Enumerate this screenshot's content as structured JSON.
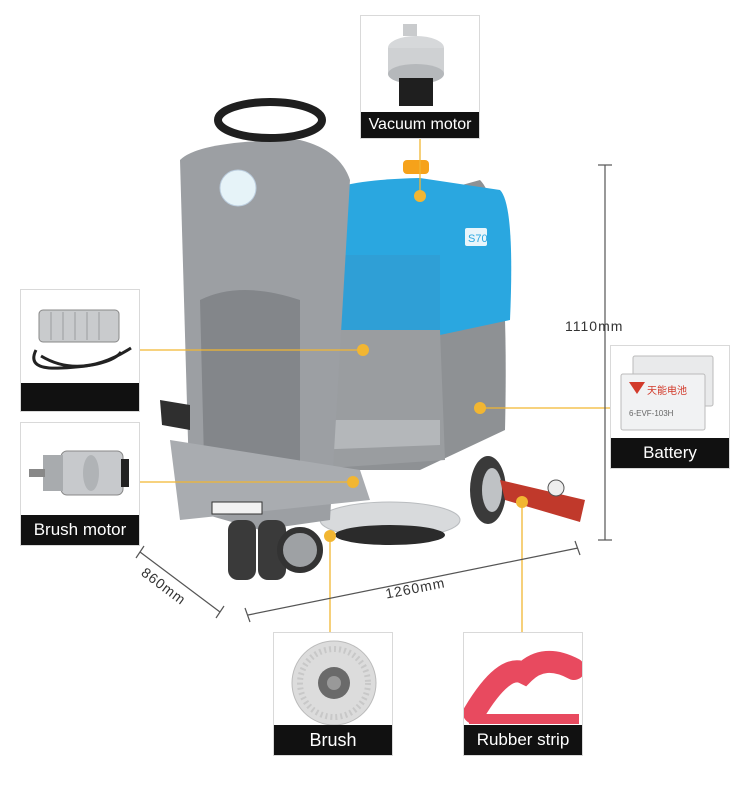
{
  "callouts": {
    "vacuum_motor": "Vacuum motor",
    "charger": "",
    "brush_motor": "Brush motor",
    "battery": "Battery",
    "brush": "Brush",
    "rubber_strip": "Rubber strip"
  },
  "battery_label": {
    "brand": "天能电池",
    "model": "6-EVF-103H"
  },
  "machine_label": "S70",
  "dimensions": {
    "height": "1110mm",
    "length": "1260mm",
    "width": "860mm"
  },
  "colors": {
    "tank_blue": "#2aa7e0",
    "body_gray": "#8a8d90",
    "callout_dot": "#f2b632",
    "caption_bg": "#111111",
    "accent_red": "#e84a5f"
  }
}
